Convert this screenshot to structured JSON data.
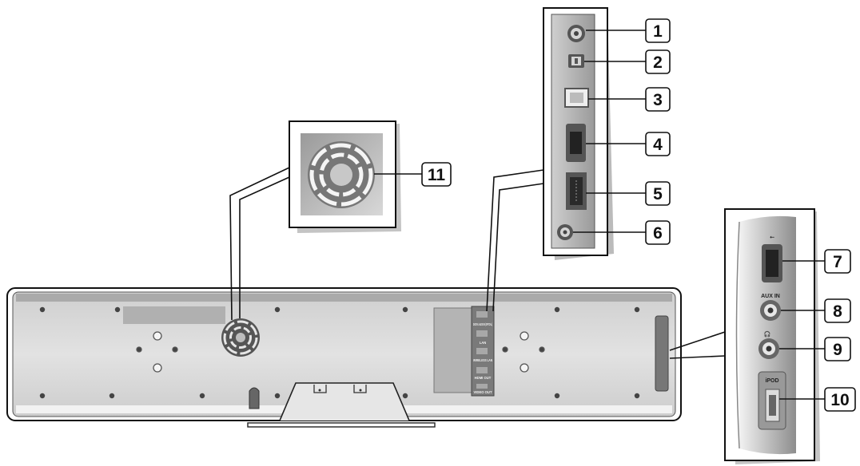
{
  "diagram": {
    "callouts": [
      {
        "id": "1",
        "label": "1"
      },
      {
        "id": "2",
        "label": "2"
      },
      {
        "id": "3",
        "label": "3"
      },
      {
        "id": "4",
        "label": "4"
      },
      {
        "id": "5",
        "label": "5"
      },
      {
        "id": "6",
        "label": "6"
      },
      {
        "id": "7",
        "label": "7"
      },
      {
        "id": "8",
        "label": "8"
      },
      {
        "id": "9",
        "label": "9"
      },
      {
        "id": "10",
        "label": "10"
      },
      {
        "id": "11",
        "label": "11"
      }
    ],
    "side_panel_labels": {
      "usb_symbol": "⭠",
      "aux_in": "AUX IN",
      "headphone_symbol": "🎧",
      "ipod": "iPOD"
    },
    "rear_port_labels": {
      "digital_audio_in": "DIGITAL AUDIO IN (OPTICAL)",
      "lan": "LAN",
      "wireless_lan": "WIRELESS LAN",
      "hdmi_out": "HDMI OUT",
      "video_out": "VIDEO OUT"
    },
    "colors": {
      "body_light": "#e4e4e4",
      "body_mid": "#bdbdbd",
      "panel_dark": "#7a7a7a",
      "outline": "#111111"
    }
  }
}
